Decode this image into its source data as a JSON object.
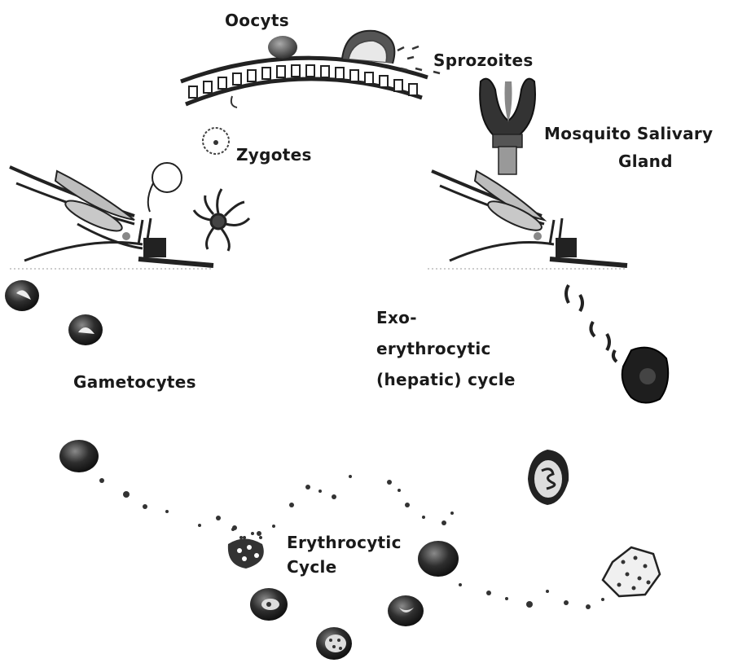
{
  "labels": {
    "oocyts": "Oocyts",
    "sprozoites": "Sprozoites",
    "zygotes": "Zygotes",
    "mosquito_line1": "Mosquito Salivary",
    "mosquito_line2": "Gland",
    "gametocytes": "Gametocytes",
    "exo_line1": "Exo-",
    "exo_line2": "erythrocytic",
    "exo_line3": "(hepatic) cycle",
    "ery_line1": "Erythrocytic",
    "ery_line2": "Cycle"
  },
  "colors": {
    "ink": "#1a1a1a",
    "gray": "#777777",
    "light_gray": "#bbbbbb"
  }
}
